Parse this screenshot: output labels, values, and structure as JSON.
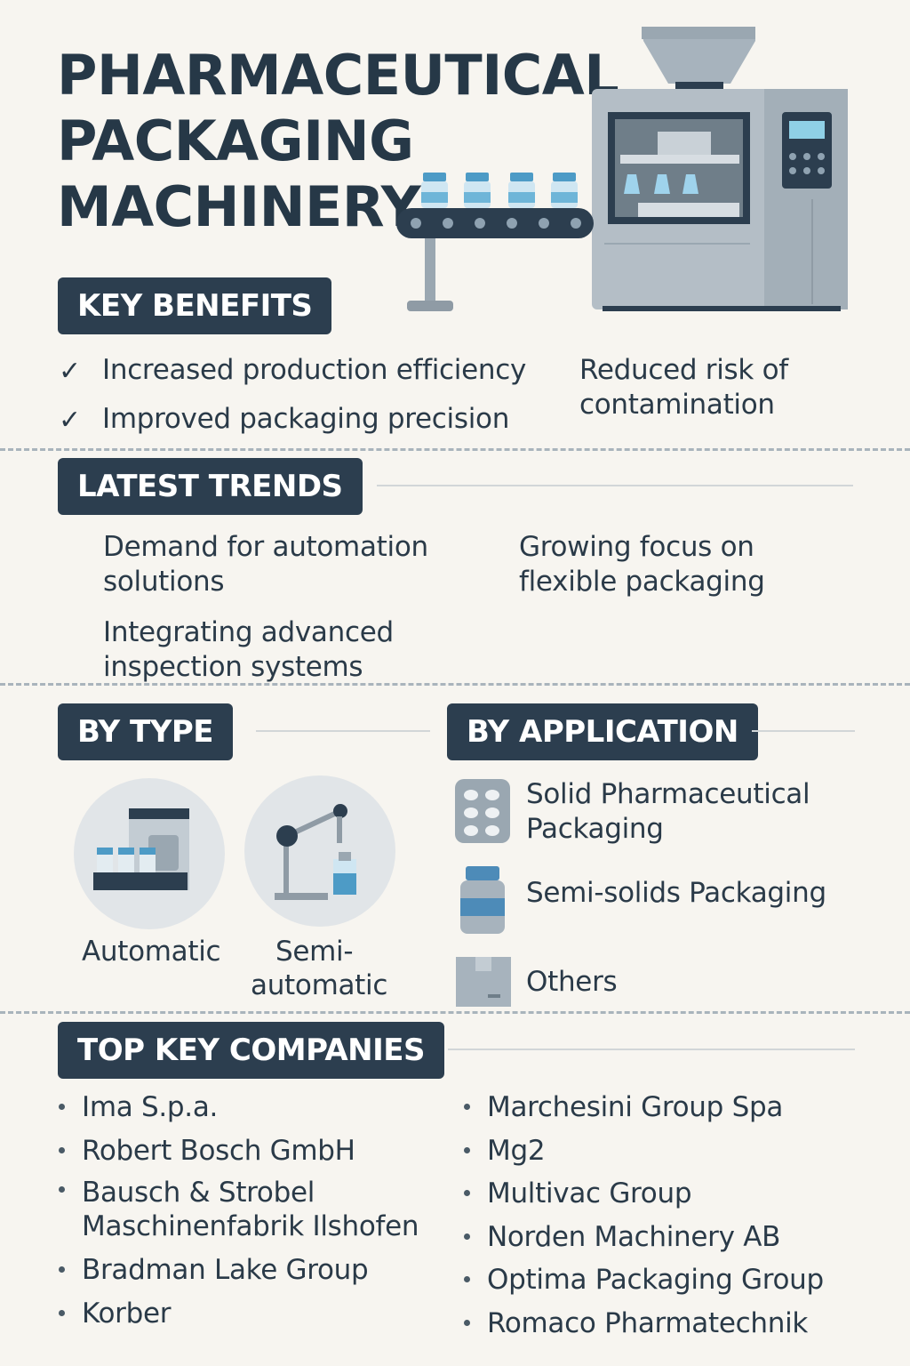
{
  "title": {
    "line1": "PHARMACEUTICAL",
    "line2": "PACKAGING",
    "line3": "MACHINERY"
  },
  "key_benefits": {
    "heading": "KEY BENEFITS",
    "items": [
      "Increased production efficiency",
      "Improved packaging precision"
    ],
    "side_line1": "Reduced risk of",
    "side_line2": "contamination"
  },
  "latest_trends": {
    "heading": "LATEST TRENDS",
    "item1_line1": "Demand for automation",
    "item1_line2": "solutions",
    "item2_line1": "Growing focus on",
    "item2_line2": "flexible packaging",
    "item3_line1": "Integrating advanced",
    "item3_line2": "inspection systems"
  },
  "by_type": {
    "heading": "BY TYPE",
    "automatic": "Automatic",
    "semi_line1": "Semi-",
    "semi_line2": "automatic"
  },
  "by_application": {
    "heading": "BY APPLICATION",
    "solid_line1": "Solid Pharmaceutical",
    "solid_line2": "Packaging",
    "semi_solids": "Semi-solids Packaging",
    "others": "Others"
  },
  "companies": {
    "heading": "TOP KEY COMPANIES",
    "left": [
      "Ima S.p.a.",
      "Robert Bosch GmbH",
      "Bausch & Strobel",
      "Maschinenfabrik Ilshofen",
      "Bradman Lake Group",
      "Korber"
    ],
    "right": [
      "Marchesini Group Spa",
      "Mg2",
      "Multivac Group",
      "Norden Machinery AB",
      "Optima Packaging Group",
      "Romaco Pharmatechnik"
    ]
  },
  "icons": {
    "hero": "packaging-machine-illustration",
    "automatic": "automatic-machine-icon",
    "semi_automatic": "robotic-arm-icon",
    "solid": "blister-pack-icon",
    "semi_solids": "jar-icon",
    "others": "box-icon",
    "check": "check-icon"
  },
  "colors": {
    "background": "#f7f5f0",
    "badge": "#2c3e4f",
    "text": "#2a3a48",
    "accent_blue": "#4d9bc6",
    "machine_gray": "#a7b3bd"
  }
}
